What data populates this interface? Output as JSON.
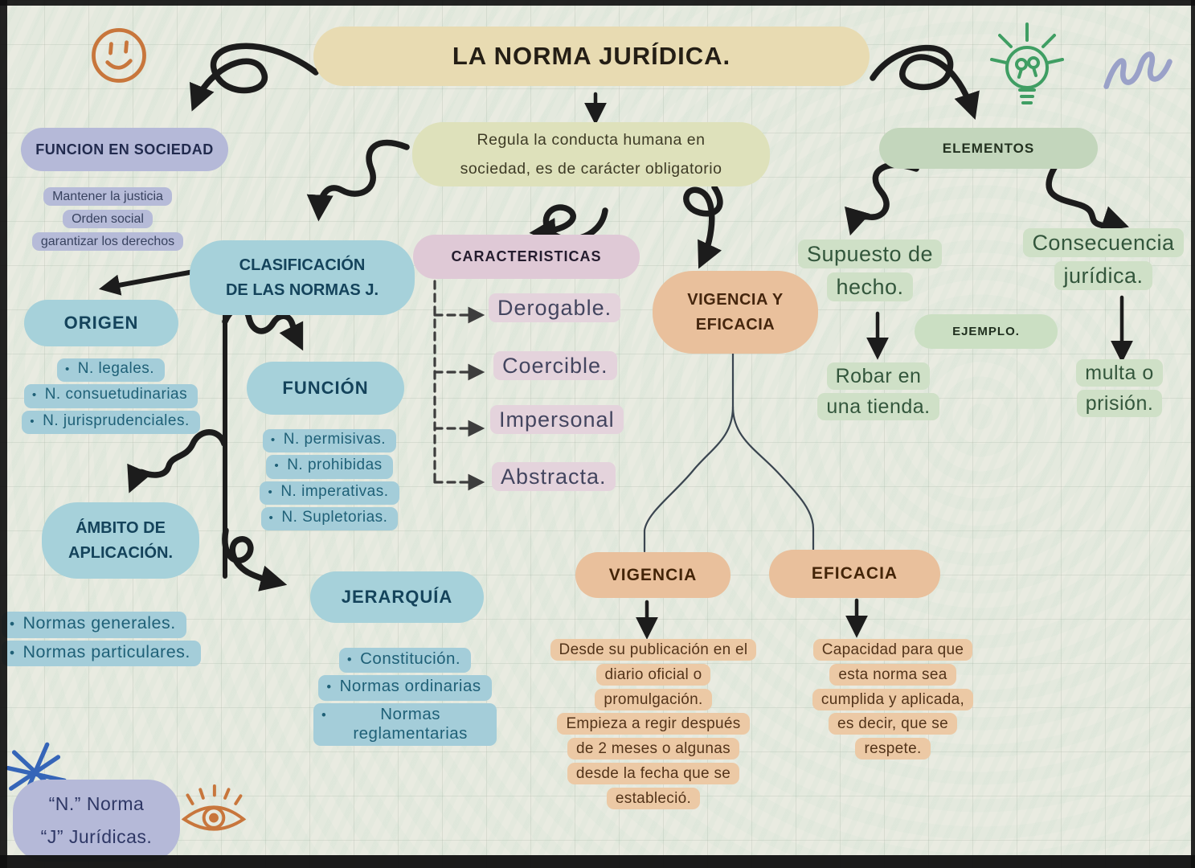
{
  "palette": {
    "background": "#e9ebe1",
    "tan_pill": "#e8dbb2",
    "olive_pill": "#dee1bb",
    "lavender": "#b5b9d8",
    "blue_pill": "#a6d1da",
    "blue_highlight": "#a4cdd9",
    "pink_pill": "#dfc9d6",
    "pink_highlight": "#e4d3dc",
    "orange_pill": "#e9c09c",
    "orange_highlight": "#ecc9a5",
    "green_pill": "#c3d6bc",
    "green_highlight": "#cfe0c7",
    "ink_black": "#1c1c1c",
    "ink_teal": "#1f6077",
    "ink_navy": "#222b4e",
    "ink_green": "#33563c",
    "ink_brown": "#53341a",
    "doodle_orange": "#c8763c",
    "doodle_green": "#3f9e63",
    "doodle_blue": "#3565b8",
    "doodle_purple": "#9aa1c8"
  },
  "map": {
    "title": "LA NORMA JURÍDICA.",
    "definition": "Regula la conducta humana en\nsociedad, es de carácter obligatorio",
    "funcion_en_sociedad": {
      "title": "FUNCION EN SOCIEDAD",
      "notes": "Mantener la justicia\nOrden social\ngarantizar los derechos"
    },
    "clasificacion": {
      "title": "CLASIFICACIÓN\nDE LAS NORMAS J.",
      "origen": {
        "title": "ORIGEN",
        "items": [
          "N. legales.",
          "N. consuetudinarias",
          "N. jurisprudenciales."
        ]
      },
      "funcion": {
        "title": "FUNCIÓN",
        "items": [
          "N. permisivas.",
          "N. prohibidas",
          "N. imperativas.",
          "N. Supletorias."
        ]
      },
      "ambito": {
        "title": "ÁMBITO DE\nAPLICACIÓN.",
        "items": [
          "Normas generales.",
          "Normas particulares."
        ]
      },
      "jerarquia": {
        "title": "JERARQUÍA",
        "items": [
          "Constitución.",
          "Normas ordinarias",
          "Normas reglamentarias"
        ]
      }
    },
    "caracteristicas": {
      "title": "CARACTERISTICAS",
      "items": [
        "Derogable.",
        "Coercible.",
        "Impersonal",
        "Abstracta."
      ]
    },
    "vigencia_eficacia": {
      "title": "VIGENCIA Y\nEFICACIA",
      "vigencia": {
        "title": "VIGENCIA",
        "text": "Desde su publicación en el\ndiario oficial o\npromulgación.\nEmpieza a regir después\nde 2 meses o algunas\ndesde la fecha que se\nestableció."
      },
      "eficacia": {
        "title": "EFICACIA",
        "text": "Capacidad para que\nesta norma sea\ncumplida y aplicada,\nes decir, que se\nrespete."
      }
    },
    "elementos": {
      "title": "ELEMENTOS",
      "ejemplo_label": "EJEMPLO.",
      "supuesto": {
        "label": "Supuesto de\nhecho.",
        "ejemplo": "Robar en\nuna tienda."
      },
      "consecuencia": {
        "label": "Consecuencia\njurídica.",
        "ejemplo": "multa o\nprisión."
      }
    },
    "legend": {
      "text": "“N.” Norma\n“J” Jurídicas."
    },
    "icons": {
      "smiley": "smiley-face",
      "lightbulb": "lightbulb",
      "scribble": "pen-scribble",
      "asterisk": "asterisk",
      "eye": "eye"
    }
  }
}
